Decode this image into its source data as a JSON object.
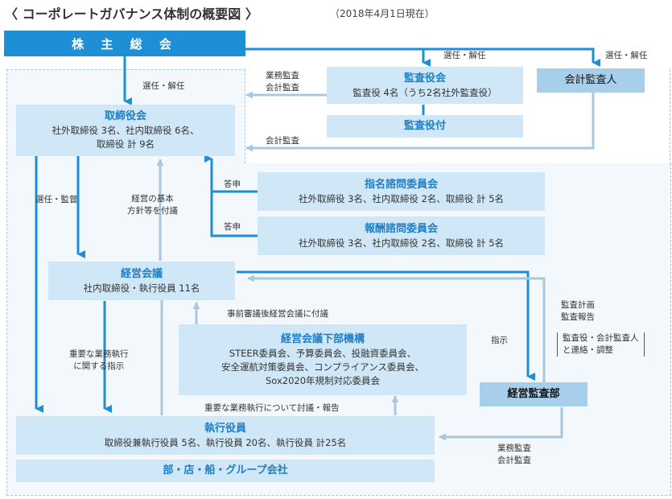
{
  "header": {
    "title": "〈 コーポレートガバナンス体制の概要図 〉",
    "date": "（2018年4月1日現在）"
  },
  "boxes": {
    "shareholders": "株 主 総 会",
    "auditors": {
      "title": "監査役会",
      "detail": "監査役 4名（うち2名社外監査役）"
    },
    "auditors_staff": "監査役付",
    "accounting_auditor": "会計監査人",
    "board": {
      "title": "取締役会",
      "line1": "社外取締役 3名、社内取締役 6名、",
      "line2": "取締役 計 9名"
    },
    "nomination": {
      "title": "指名諮問委員会",
      "detail": "社外取締役 3名、社内取締役 2名、取締役 計 5名"
    },
    "compensation": {
      "title": "報酬諮問委員会",
      "detail": "社外取締役 3名、社内取締役 2名、取締役 計 5名"
    },
    "mgmt_council": {
      "title": "経営会議",
      "detail": "社内取締役・執行役員 11名"
    },
    "sub_council": {
      "title": "経営会議下部機構",
      "line1": "STEER委員会、予算委員会、投融資委員会、",
      "line2": "安全運航対策委員会、コンプライアンス委員会、",
      "line3": "Sox2020年規制対応委員会"
    },
    "internal_audit": "経営監査部",
    "officers": {
      "title": "執行役員",
      "detail": "取締役兼執行役員 5名、執行役員 20名、執行役員 計25名"
    },
    "groups": "部・店・船・グループ会社"
  },
  "labels": {
    "elect_dismiss_auditors": "選任・解任",
    "elect_dismiss_accountant": "選任・解任",
    "elect_dismiss_board": "選任・解任",
    "biz_audit_1": "業務監査",
    "acct_audit_1": "会計監査",
    "acct_audit_2": "会計監査",
    "elect_supervise": "選任・監督",
    "policy_1": "経営の基本",
    "policy_2": "方針等を付議",
    "report_nom": "答申",
    "report_comp": "答申",
    "prior_review": "事前審議後経営会議に付議",
    "instruct_1": "重要な業務執行",
    "instruct_2": "に関する指示",
    "instruction": "指示",
    "audit_plan": "監査計画",
    "audit_report": "監査報告",
    "coord_1": "監査役・会計監査人",
    "coord_2": "と連絡・調整",
    "discuss_report": "重要な業務執行について討議・報告",
    "biz_audit_2": "業務監査",
    "acct_audit_3": "会計監査"
  },
  "colors": {
    "accent": "#1e8fd5",
    "box": "#cfe7f6",
    "box_dark": "#a7cfeb",
    "light_line": "#a9c8e0"
  }
}
